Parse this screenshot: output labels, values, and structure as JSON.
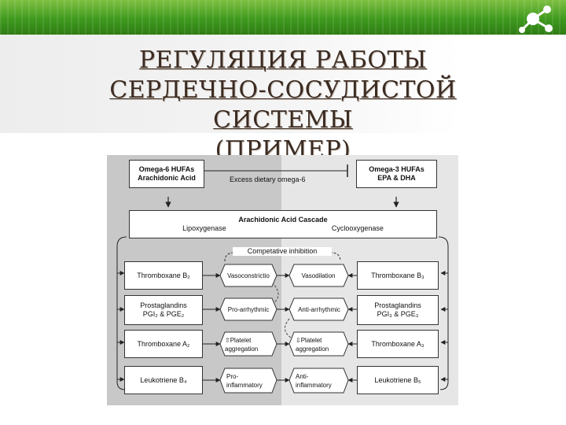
{
  "slide": {
    "title_line1": "РЕГУЛЯЦИЯ РАБОТЫ",
    "title_line2": "СЕРДЕЧНО-СОСУДИСТОЙ СИСТЕМЫ",
    "title_line3": "(ПРИМЕР)"
  },
  "diagram": {
    "omega6": {
      "line1": "Omega-6 HUFAs",
      "line2": "Arachidonic Acid"
    },
    "omega3": {
      "line1": "Omega-3 HUFAs",
      "line2": "EPA & DHA"
    },
    "excess": "Excess dietary omega-6",
    "cascade": {
      "title": "Arachidonic Acid Cascade",
      "left": "Lipoxygenase",
      "right": "Cyclooxygenase"
    },
    "competitive": "Competative inhibition",
    "left_boxes": [
      {
        "line1": "Thromboxane B₂",
        "line2": ""
      },
      {
        "line1": "Prostaglandins",
        "line2": "PGI₂ & PGE₂"
      },
      {
        "line1": "Thromboxane A₂",
        "line2": ""
      },
      {
        "line1": "Leukotriene B₄",
        "line2": ""
      }
    ],
    "right_boxes": [
      {
        "line1": "Thromboxane B₃",
        "line2": ""
      },
      {
        "line1": "Prostaglandins",
        "line2": "PGI₃ & PGE₃"
      },
      {
        "line1": "Thromboxane A₃",
        "line2": ""
      },
      {
        "line1": "Leukotriene B₅",
        "line2": ""
      }
    ],
    "left_effects": [
      {
        "line1": "Vasoconstrictio",
        "line2": ""
      },
      {
        "line1": "Pro-arrhythmic",
        "line2": ""
      },
      {
        "line1": "⇧Platelet",
        "line2": "aggregation"
      },
      {
        "line1": "Pro-",
        "line2": "inflammatory"
      }
    ],
    "right_effects": [
      {
        "line1": "Vasodilation",
        "line2": ""
      },
      {
        "line1": "Anti-arrhythmic",
        "line2": ""
      },
      {
        "line1": "⇩Platelet",
        "line2": "aggregation"
      },
      {
        "line1": "Anti-",
        "line2": "inflammatory"
      }
    ]
  },
  "colors": {
    "banner": "#3f9a1e",
    "left_shade": "#c8c8c8",
    "right_shade": "#e6e6e6",
    "title": "#3b2b22"
  }
}
